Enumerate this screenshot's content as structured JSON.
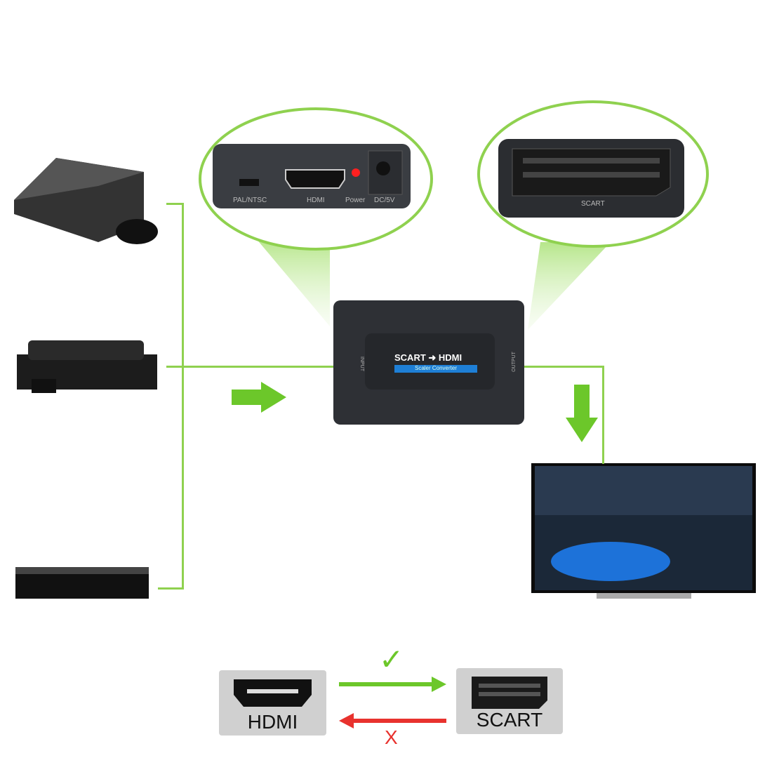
{
  "zoom_left": {
    "labels": [
      "PAL/NTSC",
      "HDMI",
      "Power",
      "DC/5V"
    ]
  },
  "zoom_right": {
    "label": "SCART"
  },
  "converter": {
    "title": "SCART ➜ HDMI",
    "subtitle": "Scaler Converter",
    "input_label": "INPUT",
    "output_label": "OUTPUT"
  },
  "sources": [
    "game-console",
    "set-top-box",
    "blu-ray-player"
  ],
  "compat": {
    "hdmi_label": "HDMI",
    "scart_label": "SCART",
    "check": "✓",
    "cross": "X"
  },
  "colors": {
    "green": "#8fd14f",
    "arrow_green": "#6cc72a",
    "red": "#e8322e",
    "accent_blue": "#1e7fd6"
  }
}
